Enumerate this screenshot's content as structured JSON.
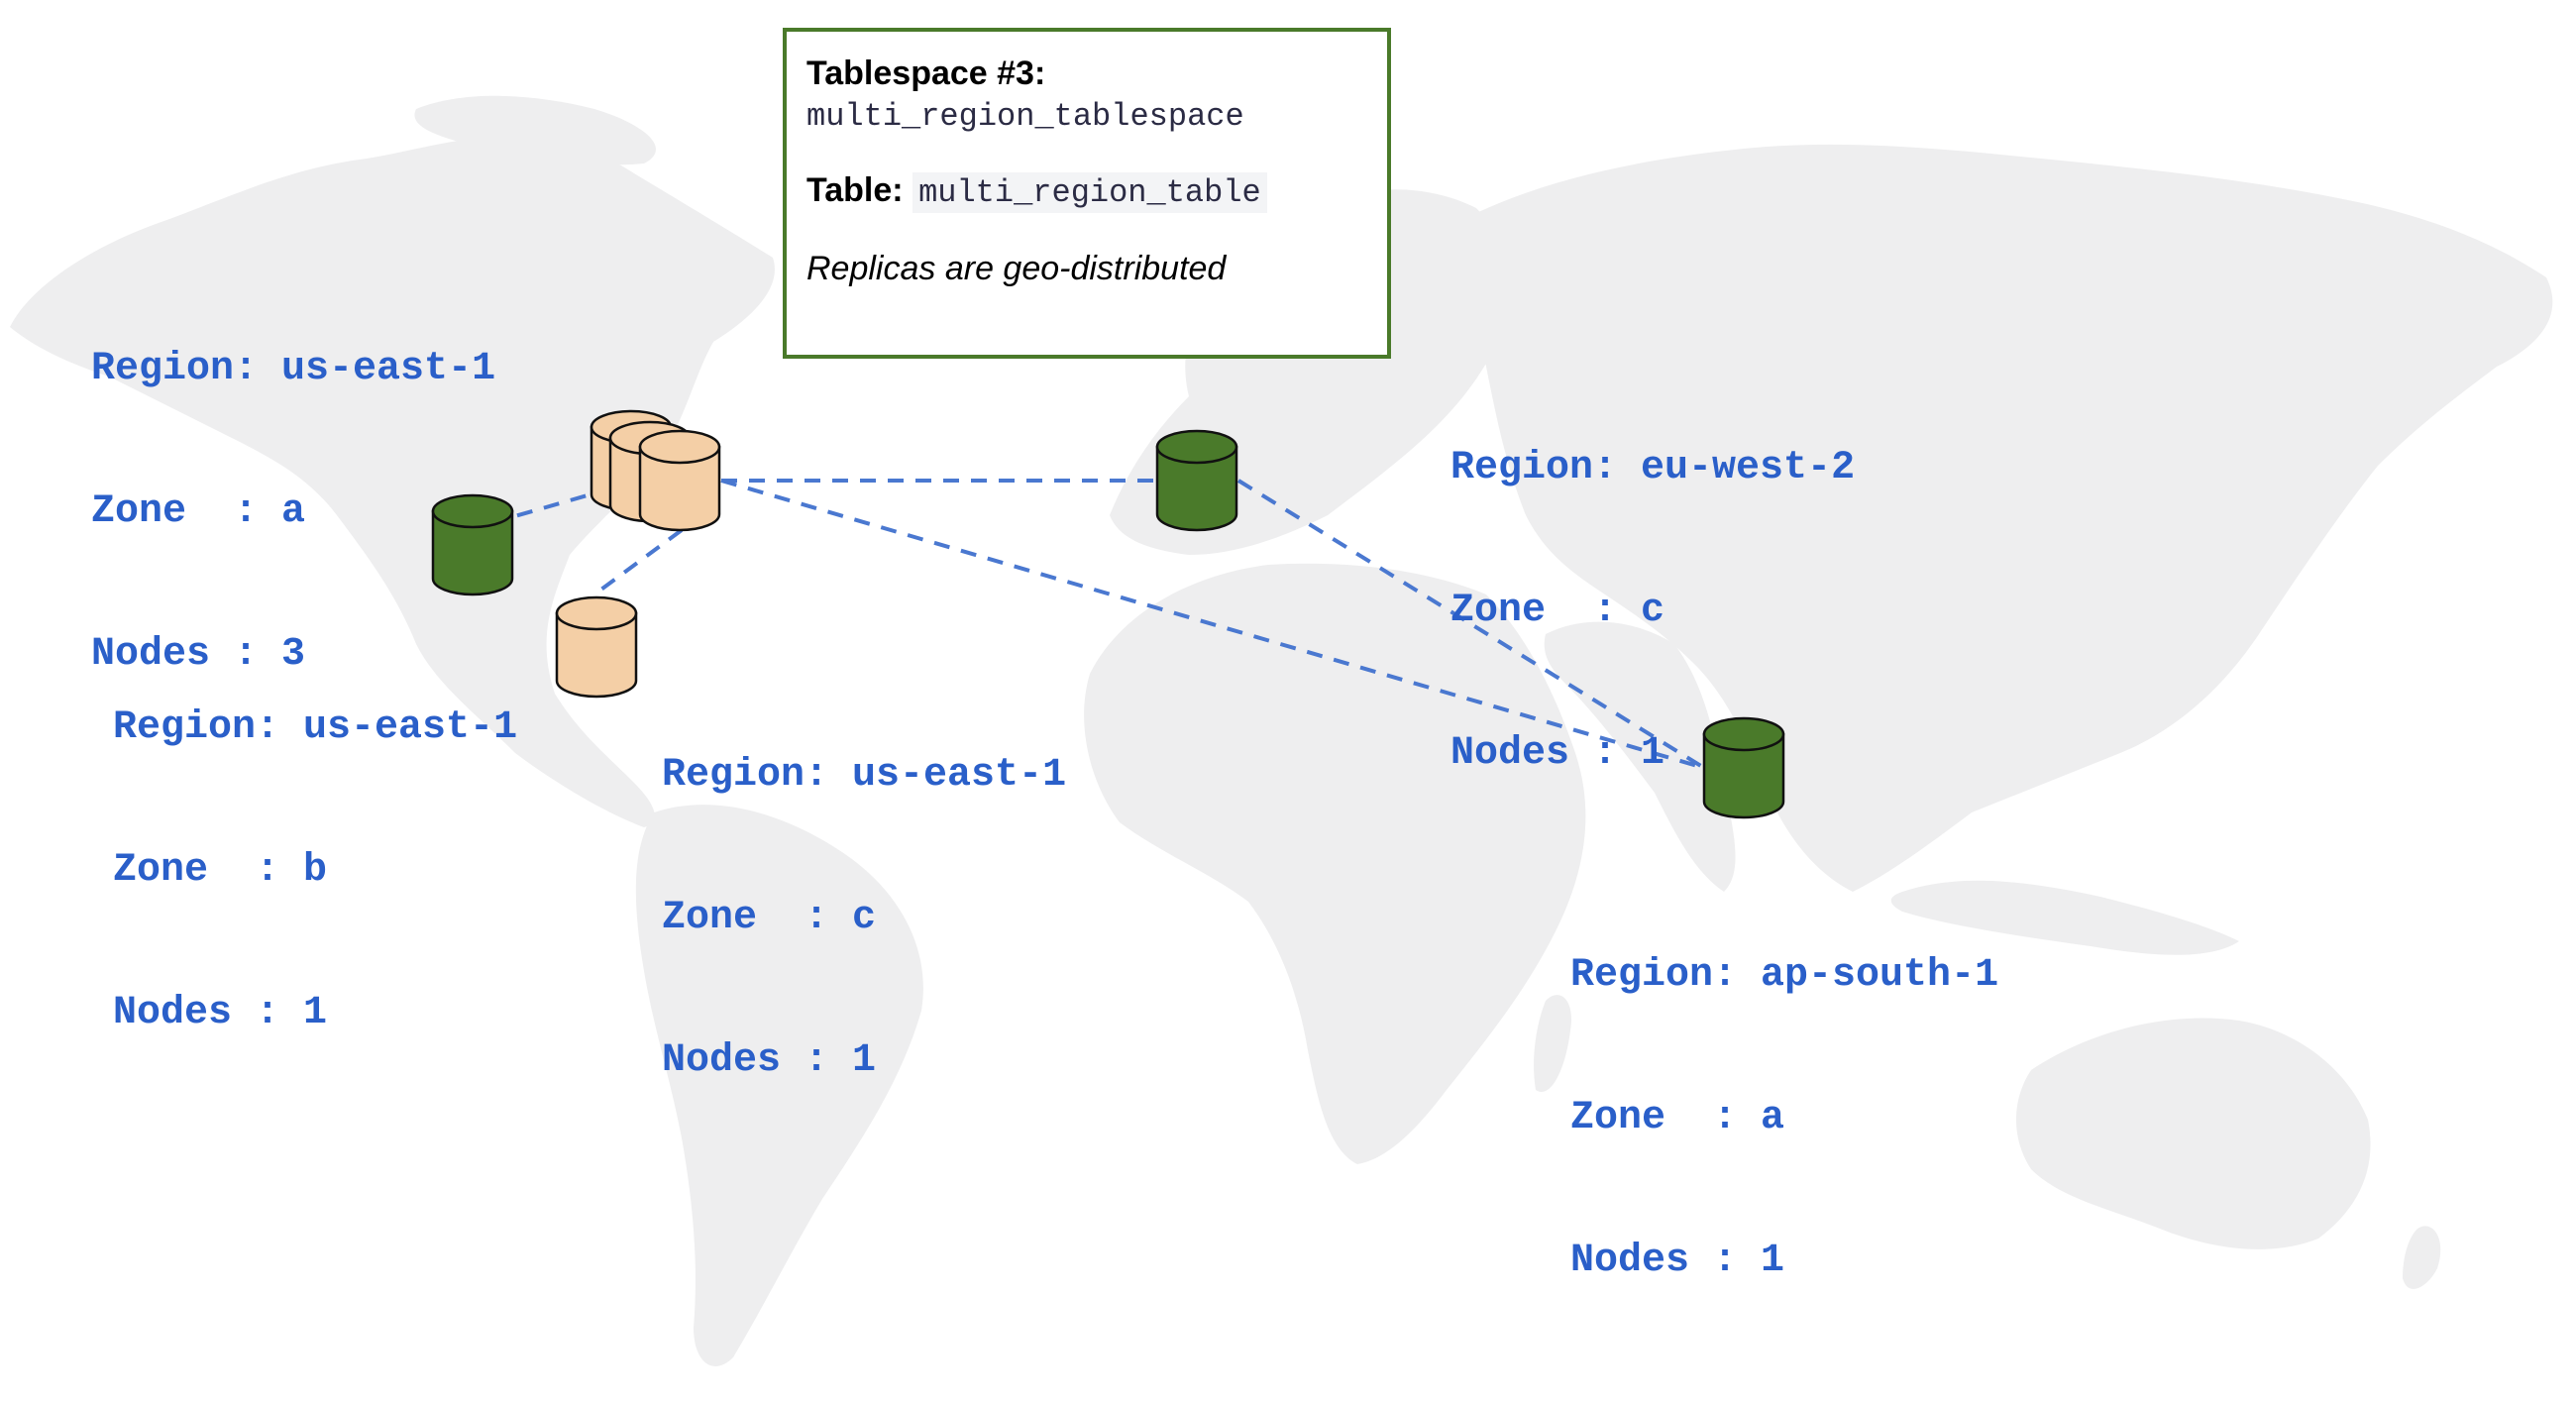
{
  "info_box": {
    "tablespace_label": "Tablespace #3:",
    "tablespace_name": "multi_region_tablespace",
    "table_label": "Table:",
    "table_name": "multi_region_table",
    "note": "Replicas are geo-distributed"
  },
  "regions": [
    {
      "id": "us-east-1-a",
      "region": "Region: us-east-1",
      "zone": "Zone  : a",
      "nodes": "Nodes : 3",
      "nodes_count": 3,
      "role": "leader"
    },
    {
      "id": "us-east-1-b",
      "region": "Region: us-east-1",
      "zone": "Zone  : b",
      "nodes": "Nodes : 1",
      "nodes_count": 1,
      "role": "replica"
    },
    {
      "id": "us-east-1-c",
      "region": "Region: us-east-1",
      "zone": "Zone  : c",
      "nodes": "Nodes : 1",
      "nodes_count": 1,
      "role": "leader"
    },
    {
      "id": "eu-west-2-c",
      "region": "Region: eu-west-2",
      "zone": "Zone  : c",
      "nodes": "Nodes : 1",
      "nodes_count": 1,
      "role": "replica"
    },
    {
      "id": "ap-south-1-a",
      "region": "Region: ap-south-1",
      "zone": "Zone  : a",
      "nodes": "Nodes : 1",
      "nodes_count": 1,
      "role": "replica"
    }
  ],
  "colors": {
    "map_land": "#eeeeef",
    "label_text": "#2a5fc9",
    "box_border": "#4a7a2a",
    "replica_node": "#4a7a2a",
    "leader_node": "#f4cfa6",
    "connector": "#4a78d0"
  },
  "icons": {
    "node": "database-cylinder-icon",
    "map": "world-map"
  }
}
